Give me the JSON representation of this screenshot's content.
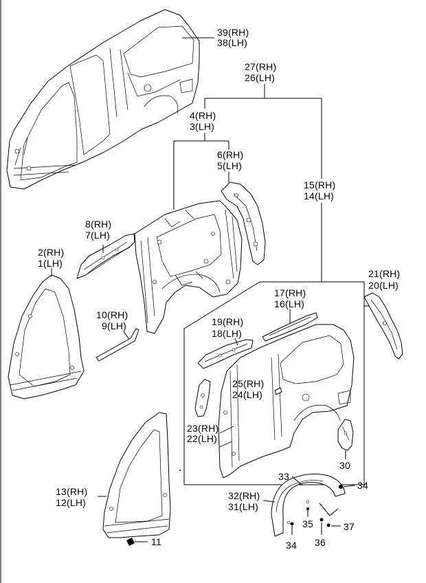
{
  "callouts": {
    "c39": "39(RH)",
    "c38": "38(LH)",
    "c27": "27(RH)",
    "c26": "26(LH)",
    "c4": "4(RH)",
    "c3": "3(LH)",
    "c6": "6(RH)",
    "c5": "5(LH)",
    "c15": "15(RH)",
    "c14": "14(LH)",
    "c8": "8(RH)",
    "c7": "7(LH)",
    "c2": "2(RH)",
    "c1": "1(LH)",
    "c21": "21(RH)",
    "c20": "20(LH)",
    "c10": "10(RH)",
    "c9": "9(LH)",
    "c17": "17(RH)",
    "c16": "16(LH)",
    "c19": "19(RH)",
    "c18": "18(LH)",
    "c25": "25(RH)",
    "c24": "24(LH)",
    "c23": "23(RH)",
    "c22": "22(LH)",
    "c30": "30",
    "c33": "33",
    "c34a": "34",
    "c32": "32(RH)",
    "c31": "31(LH)",
    "c13": "13(RH)",
    "c12": "12(LH)",
    "c35": "35",
    "c37": "37",
    "c11": "11",
    "c34b": "34",
    "c36": "36"
  }
}
